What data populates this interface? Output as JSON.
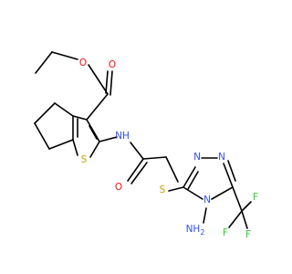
{
  "molecule": {
    "colors": {
      "bond": "#000000",
      "carbon": "#000000",
      "oxygen": "#ff0d0d",
      "nitrogen": "#3050f8",
      "sulfur": "#c8a000",
      "fluorine": "#33cc33"
    },
    "atoms": {
      "o_ether": "O",
      "o_ester": "O",
      "o_amide": "O",
      "nh": "NH",
      "s_ring": "S",
      "s_link": "S",
      "n_triazole_1": "N",
      "n_triazole_2": "N",
      "n_triazole_4": "N",
      "nh2": "NH",
      "nh2_sub": "2",
      "f1": "F",
      "f2": "F",
      "f3": "F"
    }
  }
}
